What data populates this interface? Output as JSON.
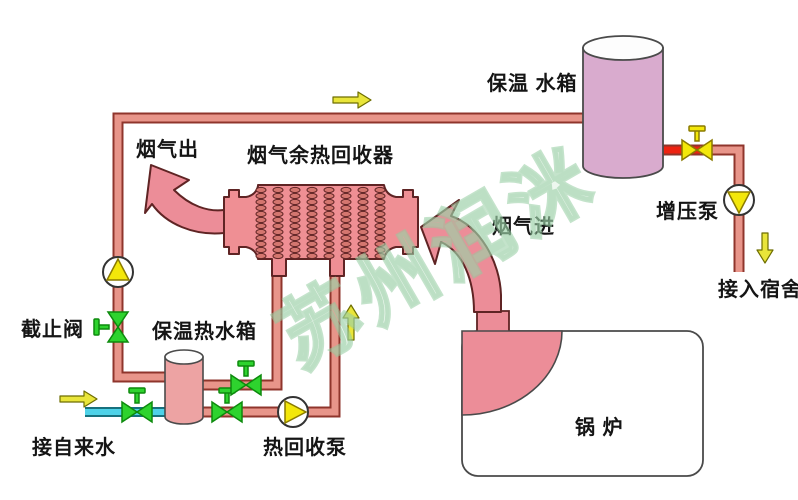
{
  "labels": {
    "flue_gas_out": "烟气出",
    "heat_recovery_unit": "烟气余热回收器",
    "insulated_water_tank": "保温 水箱",
    "booster_pump": "增压泵",
    "to_dormitory": "接入宿舍",
    "flue_gas_in": "烟气进",
    "stop_valve": "截止阀",
    "insulated_hot_water_tank": "保温热水箱",
    "tap_water_inlet": "接自来水",
    "heat_recovery_pump": "热回收泵",
    "boiler": "锅 炉"
  },
  "watermark": "苏州润洣",
  "colors": {
    "pipe_fill": "#e8958a",
    "pipe_outline": "#8f352c",
    "hot_pipe_red": "#ee2211",
    "cold_pipe_cyan": "#4fd2e8",
    "flue_pink": "#ec8d98",
    "exchanger_pink": "#ef8f94",
    "tank_mauve": "#d9abce",
    "small_tank_pink": "#eda3a3",
    "valve_green": "#2ed32e",
    "valve_yellow": "#f3e70a",
    "flow_arrow_yellow": "#e9e53a",
    "boiler_body": "#ffffff"
  }
}
